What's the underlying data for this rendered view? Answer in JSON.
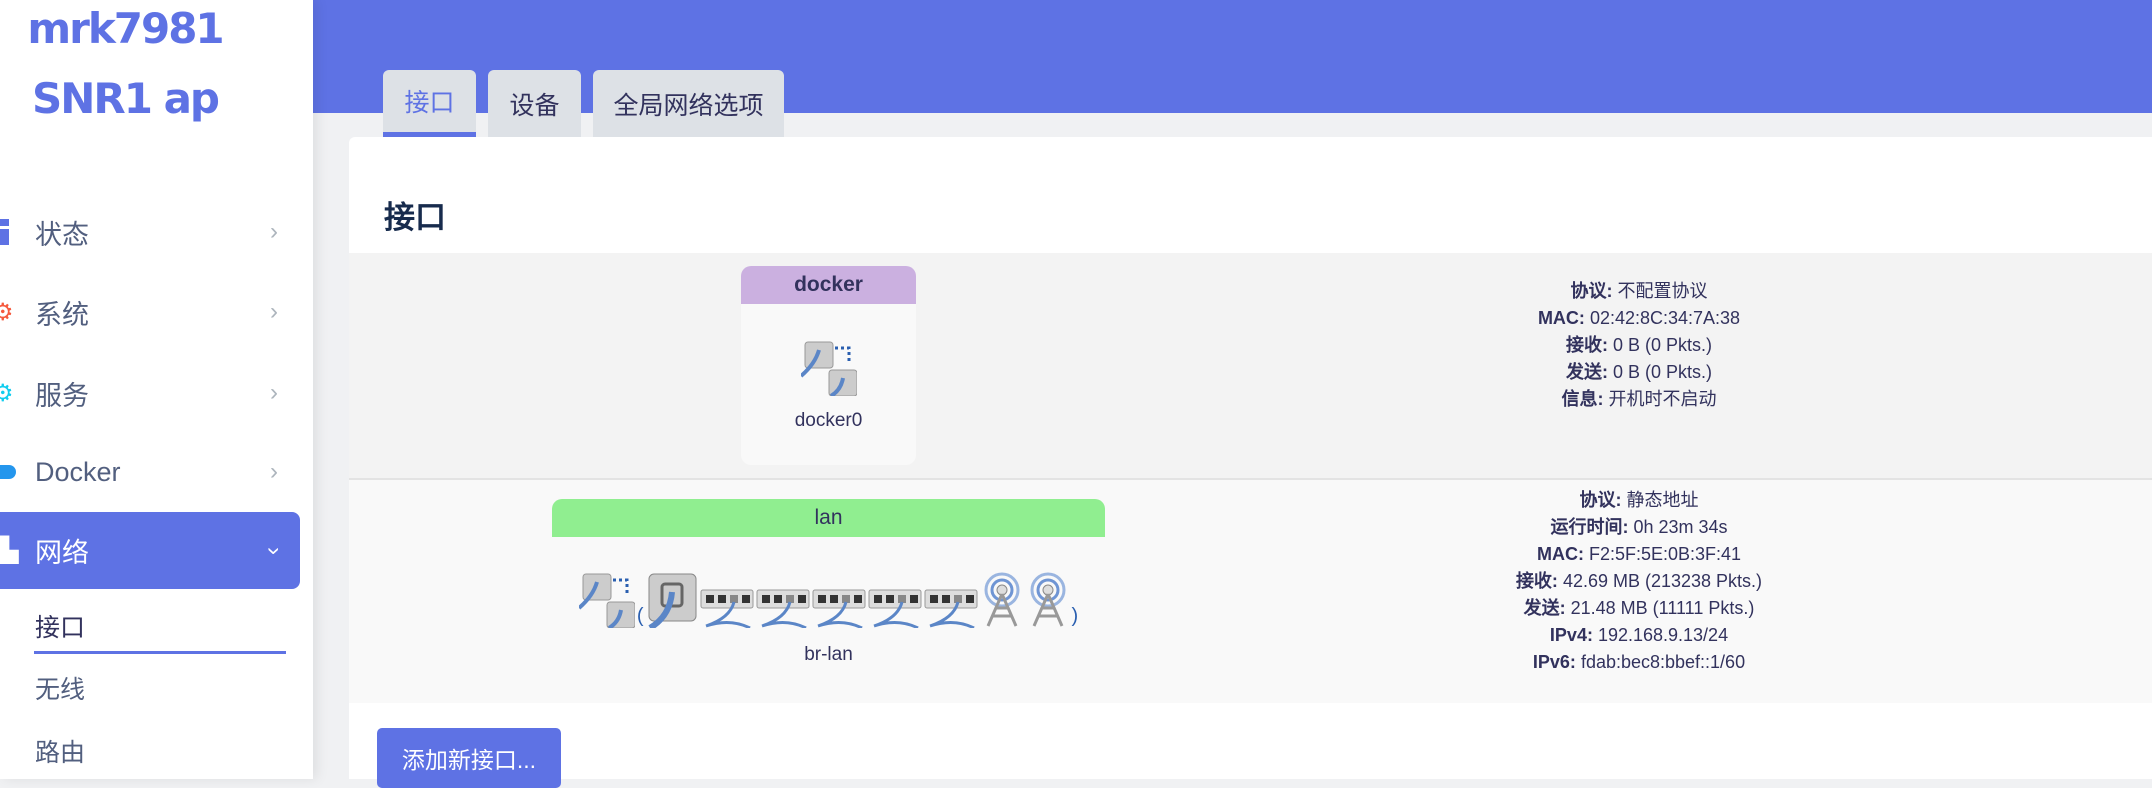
{
  "brand": {
    "line1": "mrk7981",
    "line2": "SNR1 ap"
  },
  "sidebar": {
    "items": [
      {
        "label": "状态",
        "icon": "status-icon"
      },
      {
        "label": "系统",
        "icon": "gear-icon"
      },
      {
        "label": "服务",
        "icon": "services-icon"
      },
      {
        "label": "Docker",
        "icon": "docker-icon"
      },
      {
        "label": "网络",
        "icon": "network-icon",
        "active": true
      }
    ],
    "subitems": [
      {
        "label": "接口",
        "active": true
      },
      {
        "label": "无线"
      },
      {
        "label": "路由"
      }
    ]
  },
  "tabs": [
    {
      "label": "接口",
      "active": true
    },
    {
      "label": "设备"
    },
    {
      "label": "全局网络选项"
    }
  ],
  "main": {
    "title": "接口",
    "add_button": "添加新接口...",
    "interfaces": [
      {
        "name": "docker",
        "device": "docker0",
        "color": "#cbb0e0",
        "info": [
          {
            "k": "协议:",
            "v": " 不配置协议"
          },
          {
            "k": "MAC:",
            "v": " 02:42:8C:34:7A:38"
          },
          {
            "k": "接收:",
            "v": " 0 B (0 Pkts.)"
          },
          {
            "k": "发送:",
            "v": " 0 B (0 Pkts.)"
          },
          {
            "k": "信息:",
            "v": " 开机时不启动"
          }
        ]
      },
      {
        "name": "lan",
        "device": "br-lan",
        "color": "#90ee90",
        "open_paren": "(",
        "close_paren": ")",
        "info": [
          {
            "k": "协议:",
            "v": " 静态地址"
          },
          {
            "k": "运行时间:",
            "v": " 0h 23m 34s"
          },
          {
            "k": "MAC:",
            "v": " F2:5F:5E:0B:3F:41"
          },
          {
            "k": "接收:",
            "v": " 42.69 MB (213238 Pkts.)"
          },
          {
            "k": "发送:",
            "v": " 21.48 MB (11111 Pkts.)"
          },
          {
            "k": "IPv4:",
            "v": " 192.168.9.13/24"
          },
          {
            "k": "IPv6:",
            "v": " fdab:bec8:bbef::1/60"
          }
        ]
      }
    ]
  }
}
